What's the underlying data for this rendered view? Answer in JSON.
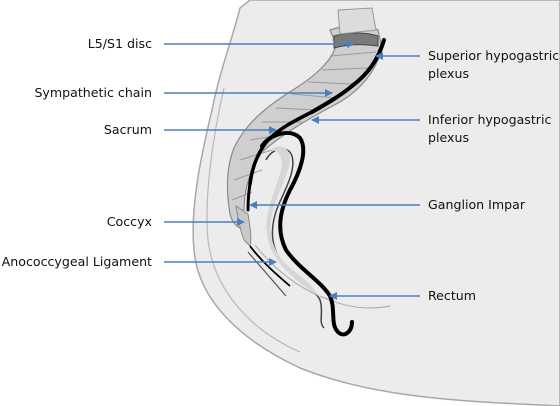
{
  "labels_left": {
    "l5s1": "L5/S1 disc",
    "sympathetic": "Sympathetic chain",
    "sacrum": "Sacrum",
    "coccyx": "Coccyx",
    "anococcygeal": "Anococcygeal Ligament"
  },
  "labels_right": {
    "superior_1": "Superior hypogastric",
    "superior_2": "plexus",
    "inferior_1": "Inferior hypogastric",
    "inferior_2": "plexus",
    "ganglion": "Ganglion Impar",
    "rectum": "Rectum"
  },
  "colors": {
    "arrow": "#4a7fbf",
    "body_fill": "#e9e9e9",
    "bone": "#c9c9c9",
    "outline": "#9a9a9a",
    "nerve": "#000000"
  }
}
